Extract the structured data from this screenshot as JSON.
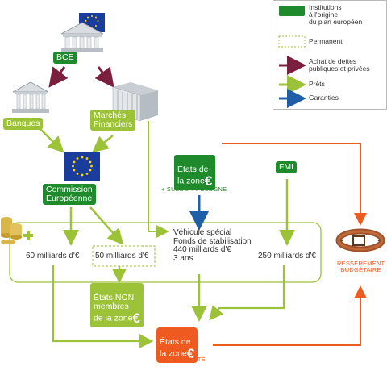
{
  "legend": {
    "institutions": "Institutions\nà l'origine\ndu plan européen",
    "permanent": "Permanent",
    "achat": "Achat de dettes\npubliques et privées",
    "prets": "Prêts",
    "garanties": "Garanties"
  },
  "nodes": {
    "bce": "BCE",
    "banques": "Banques",
    "marches": "Marchés\nFinanciers",
    "commission": "Commission\nEuropéenne",
    "etats_zone": "États de\nla zone",
    "suede_pologne": "+ SUÈDE + POLOGNE",
    "fmi": "FMI",
    "vehicule": "Véhicule spécial\nFonds de stabilisation\n440 milliards d'€\n3 ans",
    "amount_60": "60 milliards d'€",
    "amount_50": "50 milliards d'€",
    "amount_250": "250 milliards d'€",
    "etats_non": "États NON\nmembres\nde la zone",
    "etats_difficulte": "États de\nla zone",
    "en_difficulte": "EN DIFFICULTÉ",
    "resserrement": "RESSEREMENT\nBUDGÉTAIRE",
    "euro_symbol": "€"
  },
  "colors": {
    "green": "#1e8a2c",
    "lime": "#9cc238",
    "purple": "#7a1f3d",
    "blue": "#1f5fa8",
    "orange": "#ee5a1f"
  }
}
